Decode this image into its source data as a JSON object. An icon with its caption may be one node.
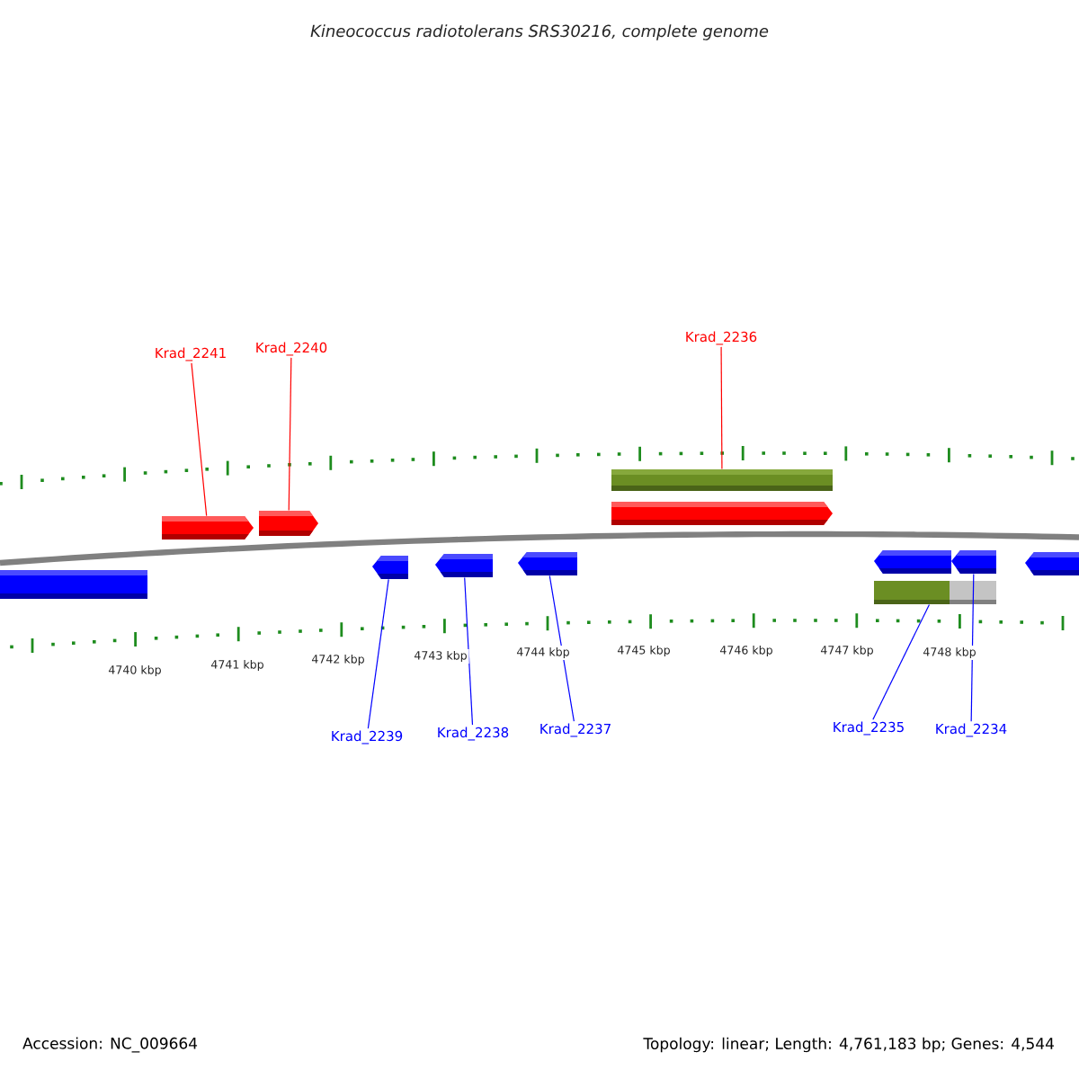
{
  "diagram": {
    "title": "Kineococcus radiotolerans SRS30216, complete genome",
    "nodes": [
      {
        "text": [
          "Krad_2241"
        ]
      },
      {
        "text": [
          "Krad_2240"
        ]
      },
      {
        "text": [
          "Krad_2236"
        ]
      },
      {
        "text": [
          "Krad_2239"
        ]
      },
      {
        "text": [
          "Krad_2238"
        ]
      },
      {
        "text": [
          "Krad_2237"
        ]
      },
      {
        "text": [
          "Krad_2235"
        ]
      },
      {
        "text": [
          "Krad_2234"
        ]
      },
      {
        "text": [],
        "shape": "bar"
      },
      {
        "text": [],
        "shape": "bar"
      },
      {
        "text": [],
        "shape": "bar"
      },
      {
        "text": [],
        "shape": "bar"
      },
      {
        "text": [],
        "shape": "bar"
      },
      {
        "text": [],
        "shape": "bar"
      },
      {
        "text": [],
        "shape": "bar"
      },
      {
        "text": [],
        "shape": "bar"
      },
      {
        "text": [],
        "shape": "bar"
      },
      {
        "text": [],
        "shape": "bar"
      },
      {
        "text": [],
        "shape": "bar"
      },
      {
        "text": [],
        "shape": "bar"
      }
    ],
    "edges": [
      {
        "from": 0,
        "to": 9,
        "arrow": "none",
        "color": "#ff0000"
      },
      {
        "from": 1,
        "to": 10,
        "arrow": "none",
        "color": "#ff0000"
      },
      {
        "from": 2,
        "to": 14,
        "arrow": "none",
        "color": "#ff0000"
      },
      {
        "from": 3,
        "to": 11,
        "arrow": "none"
      },
      {
        "from": 4,
        "to": 12,
        "arrow": "none"
      },
      {
        "from": 5,
        "to": 13,
        "arrow": "none"
      },
      {
        "from": 6,
        "to": 17,
        "arrow": "none"
      },
      {
        "from": 7,
        "to": 18,
        "arrow": "none"
      }
    ],
    "labels": [
      "4740 kbp",
      "4741 kbp",
      "4742 kbp",
      "4743 kbp",
      "4744 kbp",
      "4745 kbp",
      "4746 kbp",
      "4747 kbp",
      "4748 kbp",
      "Accession: NC_009664",
      "Topology: linear; Length: 4,761,183 bp; Genes: 4,544"
    ]
  }
}
